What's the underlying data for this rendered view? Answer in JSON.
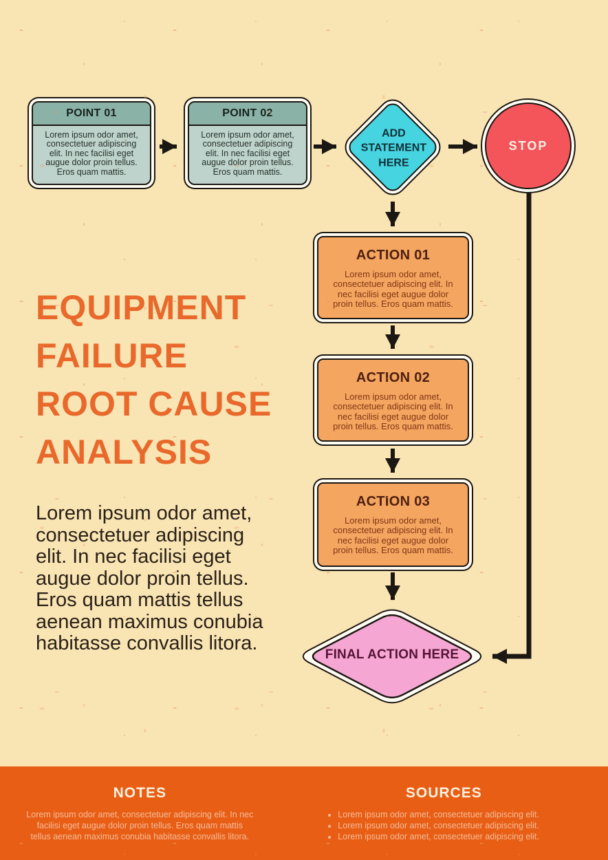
{
  "poster": {
    "title_lines": [
      "EQUIPMENT",
      "FAILURE",
      "ROOT CAUSE",
      "ANALYSIS"
    ],
    "intro_paragraph": "Lorem ipsum odor amet, consectetuer adipiscing elit. In nec facilisi eget augue dolor proin tellus. Eros quam mattis tellus aenean maximus conubia habitasse convallis litora."
  },
  "flowchart": {
    "points": [
      {
        "label": "POINT 01",
        "body": "Lorem ipsum odor amet, consectetuer adipiscing elit. In nec facilisi eget augue dolor proin tellus. Eros quam mattis."
      },
      {
        "label": "POINT 02",
        "body": "Lorem ipsum odor amet, consectetuer adipiscing elit. In nec facilisi eget augue dolor proin tellus. Eros quam mattis."
      }
    ],
    "decision": {
      "label": "ADD STATEMENT HERE"
    },
    "stop": {
      "label": "STOP"
    },
    "actions": [
      {
        "label": "ACTION 01",
        "body": "Lorem ipsum odor amet, consectetuer adipiscing elit. In nec facilisi eget augue dolor proin tellus. Eros quam mattis."
      },
      {
        "label": "ACTION 02",
        "body": "Lorem ipsum odor amet, consectetuer adipiscing elit. In nec facilisi eget augue dolor proin tellus. Eros quam mattis."
      },
      {
        "label": "ACTION 03",
        "body": "Lorem ipsum odor amet, consectetuer adipiscing elit. In nec facilisi eget augue dolor proin tellus. Eros quam mattis."
      }
    ],
    "final": {
      "label": "FINAL ACTION HERE"
    }
  },
  "footer": {
    "notes": {
      "heading": "NOTES",
      "body": "Lorem ipsum odor amet, consectetuer adipiscing elit. In nec facilisi eget augue dolor proin tellus. Eros quam mattis tellus aenean maximus conubia habitasse convallis litora."
    },
    "sources": {
      "heading": "SOURCES",
      "items": [
        "Lorem ipsum odor amet, consectetuer adipiscing elit.",
        "Lorem ipsum odor amet, consectetuer adipiscing elit.",
        "Lorem ipsum odor amet, consectetuer adipiscing elit."
      ]
    }
  },
  "colors": {
    "background_cream": "#f9e4b3",
    "title_orange": "#e8692b",
    "footer_orange": "#e95e15",
    "point_header_teal": "#8bb2a6",
    "point_body_teal": "#bed3cb",
    "decision_cyan": "#46d4e0",
    "stop_red": "#f3555b",
    "action_orange": "#f4a55f",
    "final_pink": "#f5a6d2",
    "outline_dark": "#1b1712"
  }
}
